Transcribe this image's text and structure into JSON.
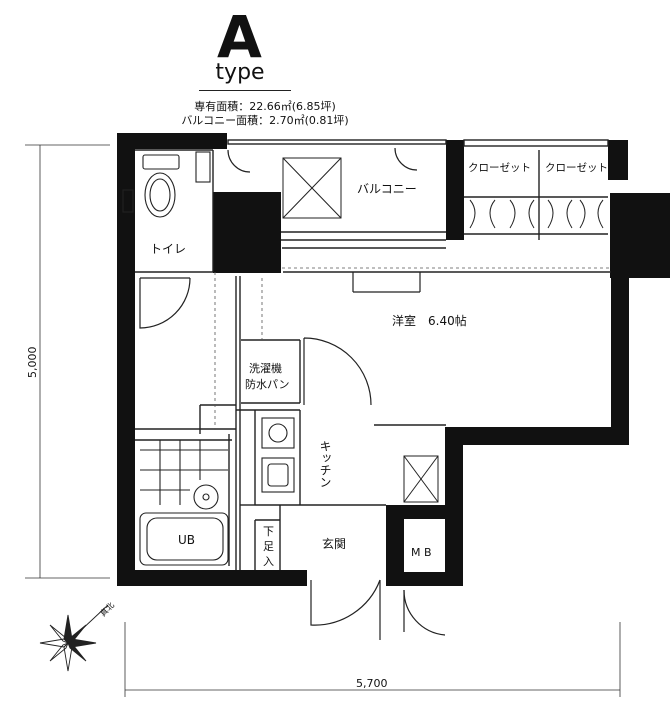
{
  "header": {
    "letter": "A",
    "type_word": "type",
    "private_area": "専有面積：22.66㎡(6.85坪)",
    "balcony_area": "バルコニー面積：2.70㎡(0.81坪)"
  },
  "rooms": {
    "toilet": "トイレ",
    "balcony": "バルコニー",
    "closet_1": "クローゼット",
    "closet_2": "クローゼット",
    "western_room": "洋室　6.40帖",
    "washer_pan_1": "洗濯機",
    "washer_pan_2": "防水パン",
    "kitchen": "キッチン",
    "unit_bath": "UB",
    "shoe_box_1": "下",
    "shoe_box_2": "足",
    "shoe_box_3": "入",
    "entrance": "玄関",
    "meter_box": "M B"
  },
  "dimensions": {
    "height": "5,000",
    "width": "5,700"
  },
  "compass_label": "真北"
}
